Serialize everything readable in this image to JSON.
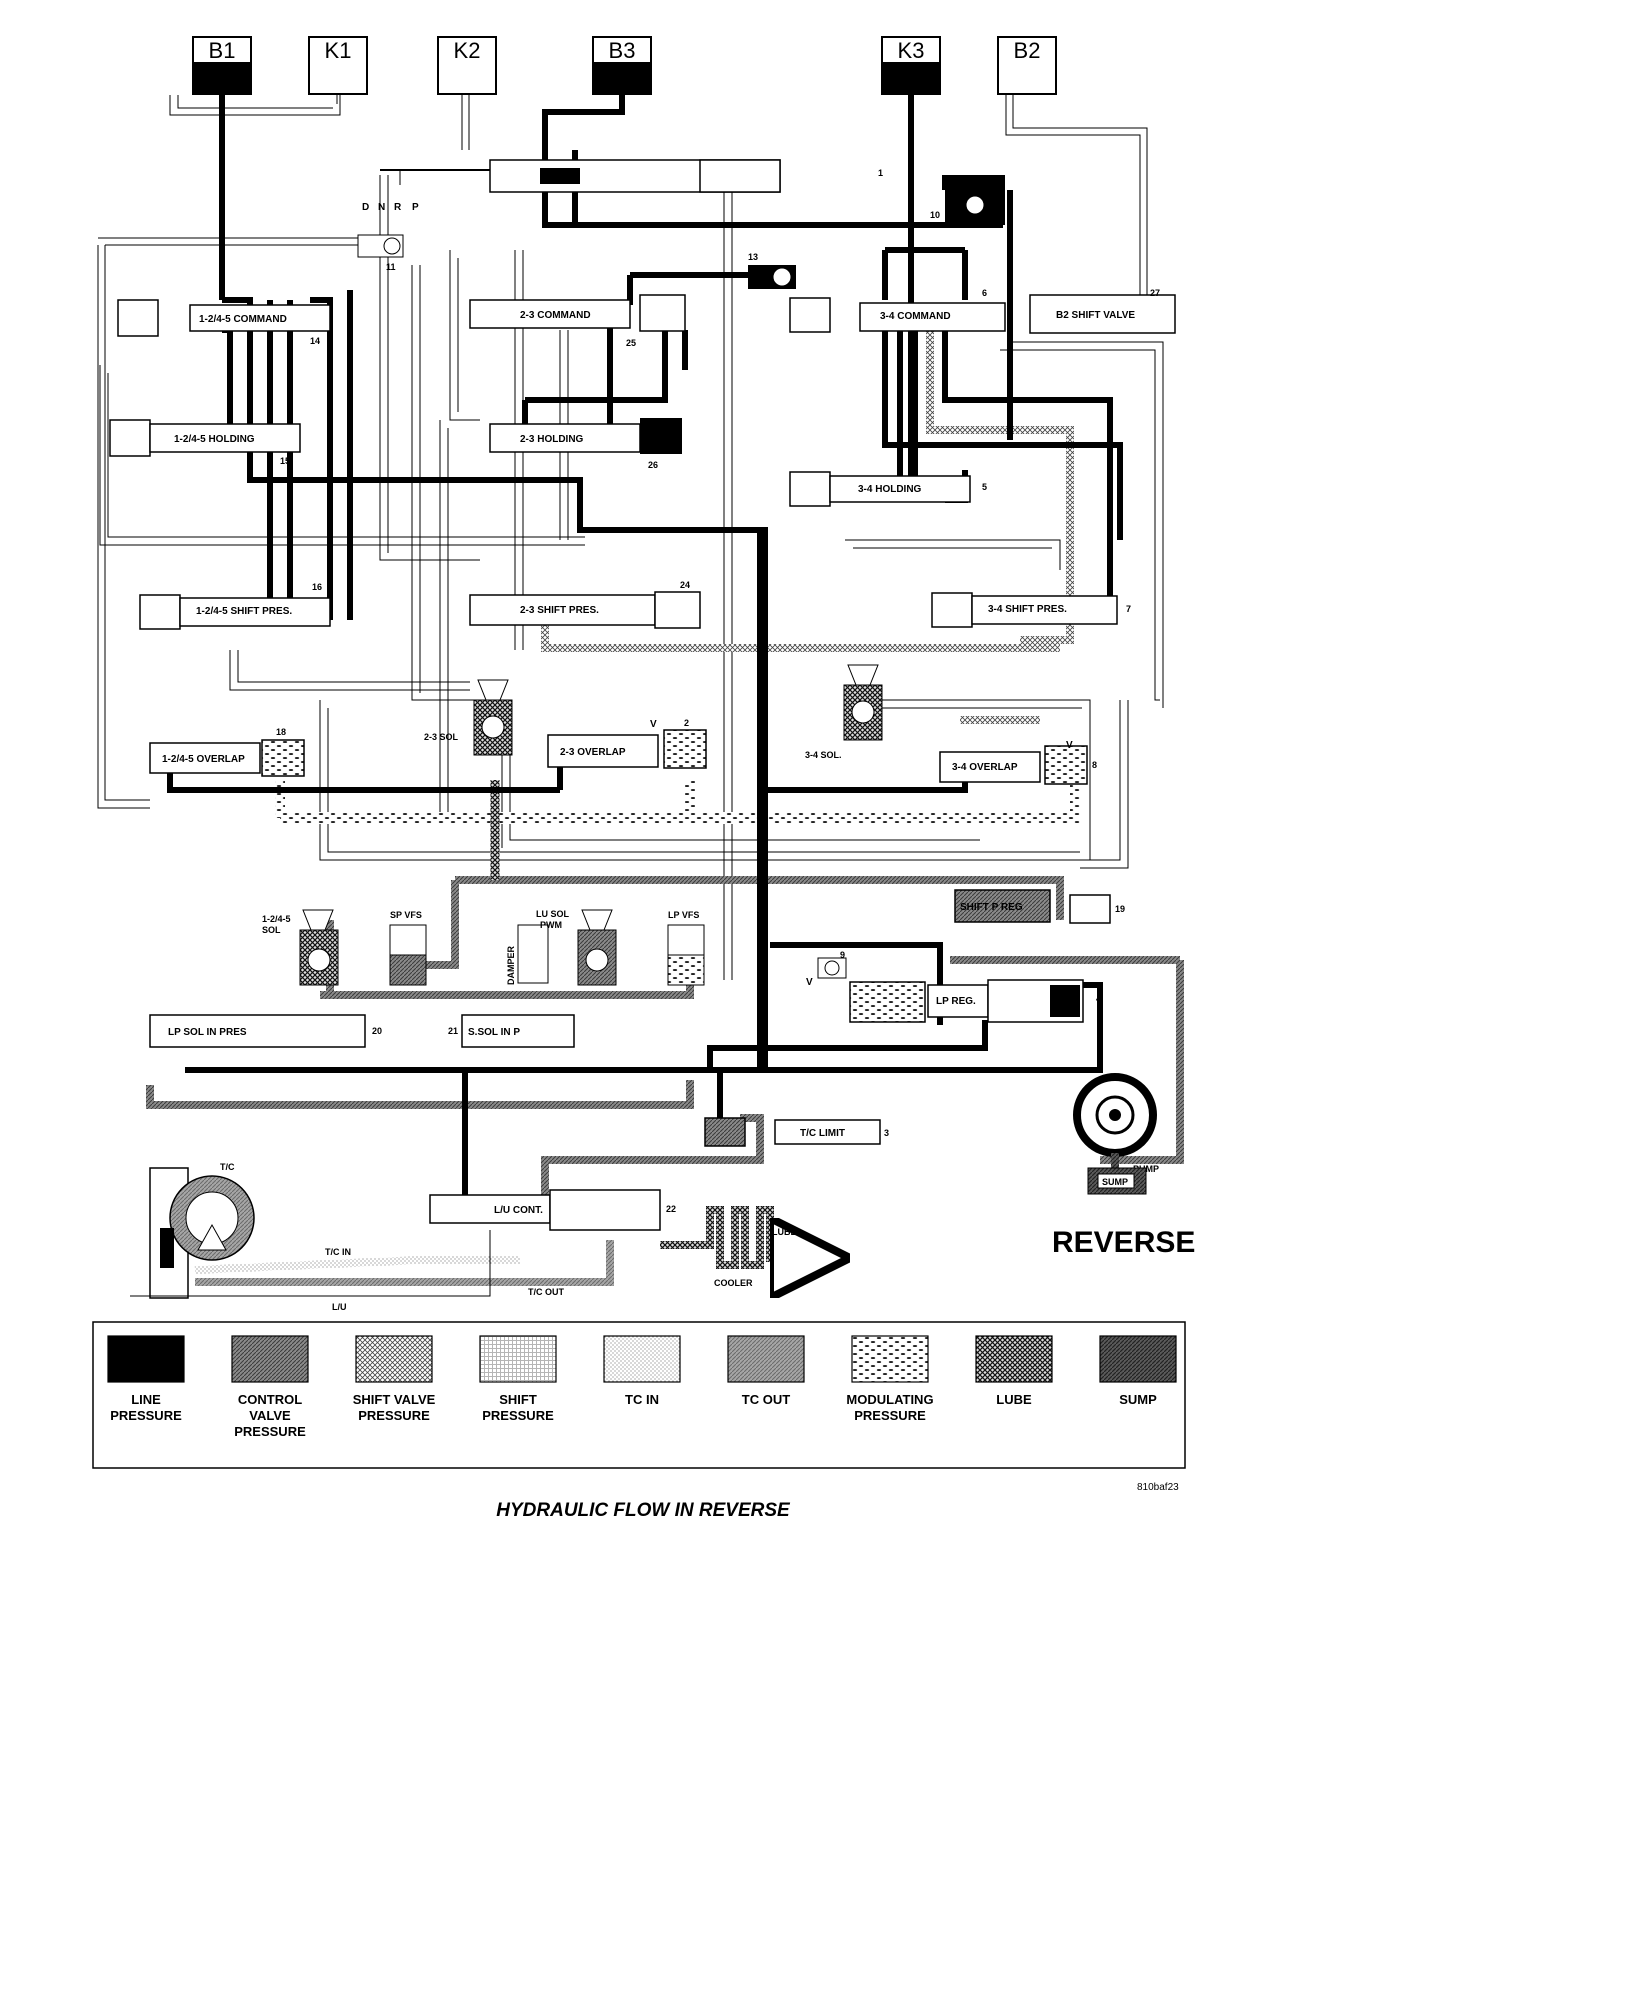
{
  "clutches": [
    {
      "id": "B1",
      "label": "B1",
      "filled": true
    },
    {
      "id": "K1",
      "label": "K1",
      "filled": false
    },
    {
      "id": "K2",
      "label": "K2",
      "filled": false
    },
    {
      "id": "B3",
      "label": "B3",
      "filled": true
    },
    {
      "id": "K3",
      "label": "K3",
      "filled": true
    },
    {
      "id": "B2",
      "label": "B2",
      "filled": false
    }
  ],
  "manual_valve_positions": [
    "D",
    "N",
    "R",
    "P"
  ],
  "valves": [
    {
      "id": "1-2/4-5-command",
      "label": "1-2/4-5 COMMAND",
      "number": "14"
    },
    {
      "id": "2-3-command",
      "label": "2-3 COMMAND",
      "number": "25"
    },
    {
      "id": "3-4-command",
      "label": "3-4 COMMAND",
      "number": "6"
    },
    {
      "id": "b2-shift-valve",
      "label": "B2 SHIFT VALVE",
      "number": "27"
    },
    {
      "id": "1-2/4-5-holding",
      "label": "1-2/4-5 HOLDING",
      "number": "15"
    },
    {
      "id": "2-3-holding",
      "label": "2-3 HOLDING",
      "number": "26"
    },
    {
      "id": "3-4-holding",
      "label": "3-4 HOLDING",
      "number": "5"
    },
    {
      "id": "1-2/4-5-shift-pres",
      "label": "1-2/4-5 SHIFT PRES.",
      "number": "16"
    },
    {
      "id": "2-3-shift-pres",
      "label": "2-3 SHIFT PRES.",
      "number": "24"
    },
    {
      "id": "3-4-shift-pres",
      "label": "3-4 SHIFT PRES.",
      "number": "7"
    },
    {
      "id": "1-2/4-5-overlap",
      "label": "1-2/4-5 OVERLAP",
      "number": "18"
    },
    {
      "id": "2-3-overlap",
      "label": "2-3 OVERLAP",
      "number": "2"
    },
    {
      "id": "3-4-overlap",
      "label": "3-4 OVERLAP",
      "number": "8"
    },
    {
      "id": "shift-p-reg",
      "label": "SHIFT P REG",
      "number": "19"
    },
    {
      "id": "lp-reg",
      "label": "LP REG.",
      "number": "4"
    },
    {
      "id": "lp-sol-in-pres",
      "label": "LP SOL IN PRES",
      "number": "20"
    },
    {
      "id": "s-sol-in-p",
      "label": "S.SOL IN P",
      "number": "21"
    },
    {
      "id": "tc-limit",
      "label": "T/C LIMIT",
      "number": "3"
    },
    {
      "id": "lu-cont",
      "label": "L/U CONT.",
      "number": "22"
    }
  ],
  "check_balls": [
    "1",
    "9",
    "10",
    "11",
    "13"
  ],
  "solenoids": {
    "sol_2_3": "2-3 SOL",
    "sol_3_4": "3-4 SOL.",
    "sol_1245_line1": "1-2/4-5",
    "sol_1245_line2": "SOL",
    "sp_vfs": "SP VFS",
    "lu_sol_line1": "LU SOL",
    "lu_sol_line2": "PWM",
    "lp_vfs": "LP VFS",
    "damper": "DAMPER"
  },
  "vent_label": "V",
  "components": {
    "torque_converter": "T/C",
    "pump": "PUMP",
    "sump": "SUMP",
    "cooler": "COOLER",
    "lube": "LUBE",
    "tc_in": "T/C IN",
    "tc_out": "T/C OUT",
    "lu": "L/U"
  },
  "mode_title": "REVERSE",
  "legend": [
    {
      "lines": [
        "LINE",
        "PRESSURE"
      ],
      "pattern": "line"
    },
    {
      "lines": [
        "CONTROL",
        "VALVE",
        "PRESSURE"
      ],
      "pattern": "control"
    },
    {
      "lines": [
        "SHIFT VALVE",
        "PRESSURE"
      ],
      "pattern": "shiftvalve"
    },
    {
      "lines": [
        "SHIFT",
        "PRESSURE"
      ],
      "pattern": "shift"
    },
    {
      "lines": [
        "TC IN"
      ],
      "pattern": "tcin"
    },
    {
      "lines": [
        "TC OUT"
      ],
      "pattern": "tcout"
    },
    {
      "lines": [
        "MODULATING",
        "PRESSURE"
      ],
      "pattern": "modulating"
    },
    {
      "lines": [
        "LUBE"
      ],
      "pattern": "lube"
    },
    {
      "lines": [
        "SUMP"
      ],
      "pattern": "sump"
    }
  ],
  "figure_id": "810baf23",
  "caption": "HYDRAULIC FLOW IN REVERSE",
  "colors": {
    "line_pressure": "#000000",
    "background": "#ffffff",
    "passage_outline": "#000000"
  }
}
